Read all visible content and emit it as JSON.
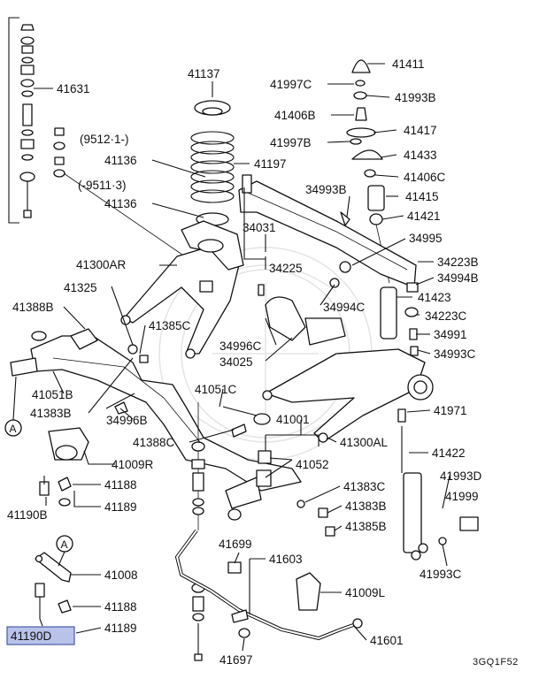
{
  "labels": {
    "p41631": "41631",
    "p41137": "41137",
    "p41411": "41411",
    "p41997C_top": "41997C",
    "p41993B_top": "41993B",
    "p41406B": "41406B",
    "p41417": "41417",
    "p41997B": "41997B",
    "p41433": "41433",
    "note_9512": "(9512·1-)",
    "p41136_a": "41136",
    "p41197": "41197",
    "p41406C": "41406C",
    "note_9511": "(-9511·3)",
    "p41136_b": "41136",
    "p34993B_top": "34993B",
    "p41415": "41415",
    "p41421": "41421",
    "p34031": "34031",
    "p34995": "34995",
    "p41300AR": "41300AR",
    "p34225": "34225",
    "p34223B": "34223B",
    "p34994B": "34994B",
    "p41325": "41325",
    "p41423": "41423",
    "p41388B": "41388B",
    "p34994C": "34994C",
    "p34223C": "34223C",
    "p41385C": "41385C",
    "p34991": "34991",
    "p34996C": "34996C",
    "p34993C": "34993C",
    "p34025": "34025",
    "p41051B": "41051B",
    "p41051C": "41051C",
    "p41383B_left": "41383B",
    "p34996B": "34996B",
    "p41001": "41001",
    "p41971": "41971",
    "p41388C": "41388C",
    "p41300AL": "41300AL",
    "p41422": "41422",
    "p41009R": "41009R",
    "p41052": "41052",
    "p41993D": "41993D",
    "p41188_a": "41188",
    "p41383C": "41383C",
    "p41999": "41999",
    "p41190B": "41190B",
    "p41189_a": "41189",
    "p41383B_right": "41383B",
    "p41385B": "41385B",
    "p41699": "41699",
    "p41603": "41603",
    "p41993C": "41993C",
    "p41008": "41008",
    "p41009L": "41009L",
    "p41188_b": "41188",
    "p41190D": "41190D",
    "p41189_b": "41189",
    "p41601": "41601",
    "p41697": "41697",
    "refA_1": "A",
    "refA_2": "A",
    "code": "3GQ1F52"
  },
  "colors": {
    "line": "#111111",
    "highlight_fill": "#b9c3ea",
    "highlight_stroke": "#4b5aa8",
    "watermark": "#e4e4e4"
  },
  "highlighted_part": "41190D"
}
